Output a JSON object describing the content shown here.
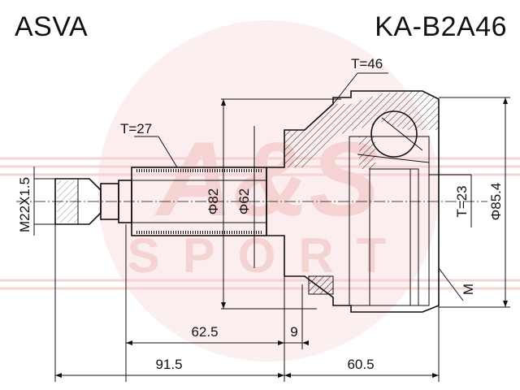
{
  "header": {
    "brand": "ASVA",
    "part_number": "KA-B2A46"
  },
  "watermark": {
    "text_top": "A&S",
    "text_bottom": "SPORT",
    "color": "#e04040"
  },
  "dimensions": {
    "thread": "M22X1.5",
    "spline_outer": "T=27",
    "spline_inner": "T=46",
    "diam_shaft": "Φ82",
    "diam_shaft2": "Φ62",
    "abs_teeth": "T=23",
    "diam_outer": "Φ85.4",
    "seal_mark": "M",
    "len_62_5": "62.5",
    "len_9": "9",
    "len_91_5": "91.5",
    "len_60_5": "60.5"
  }
}
